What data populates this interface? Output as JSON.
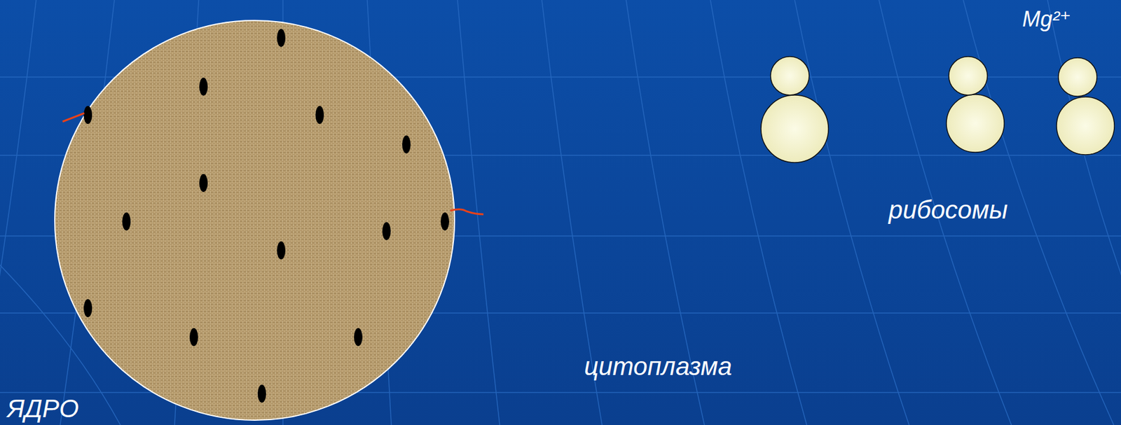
{
  "diagram": {
    "labels": [
      "Mg²⁺",
      "рибосомы",
      "цитоплазма",
      "ЯДРО"
    ]
  }
}
